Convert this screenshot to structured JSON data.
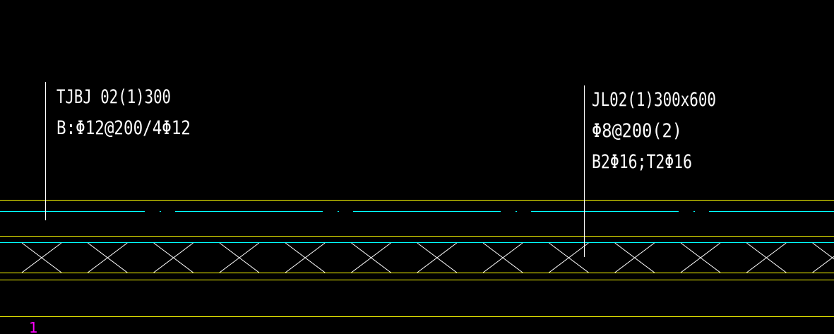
{
  "colors": {
    "background": "#000000",
    "annotation_text": "#ffffff",
    "leader_line": "#ffffff",
    "yellow_line": "#ffff00",
    "cyan_line": "#00ffff",
    "magenta_axis": "#ff00ff"
  },
  "left_annotation": {
    "line1": "TJBJ 02(1)300",
    "line2": "B:Φ12@200/4Φ12"
  },
  "right_annotation": {
    "line1": "JL02(1)300x600",
    "line2": "Φ8@200(2)",
    "line3": "B2Φ16;T2Φ16"
  },
  "axis_label": "1"
}
